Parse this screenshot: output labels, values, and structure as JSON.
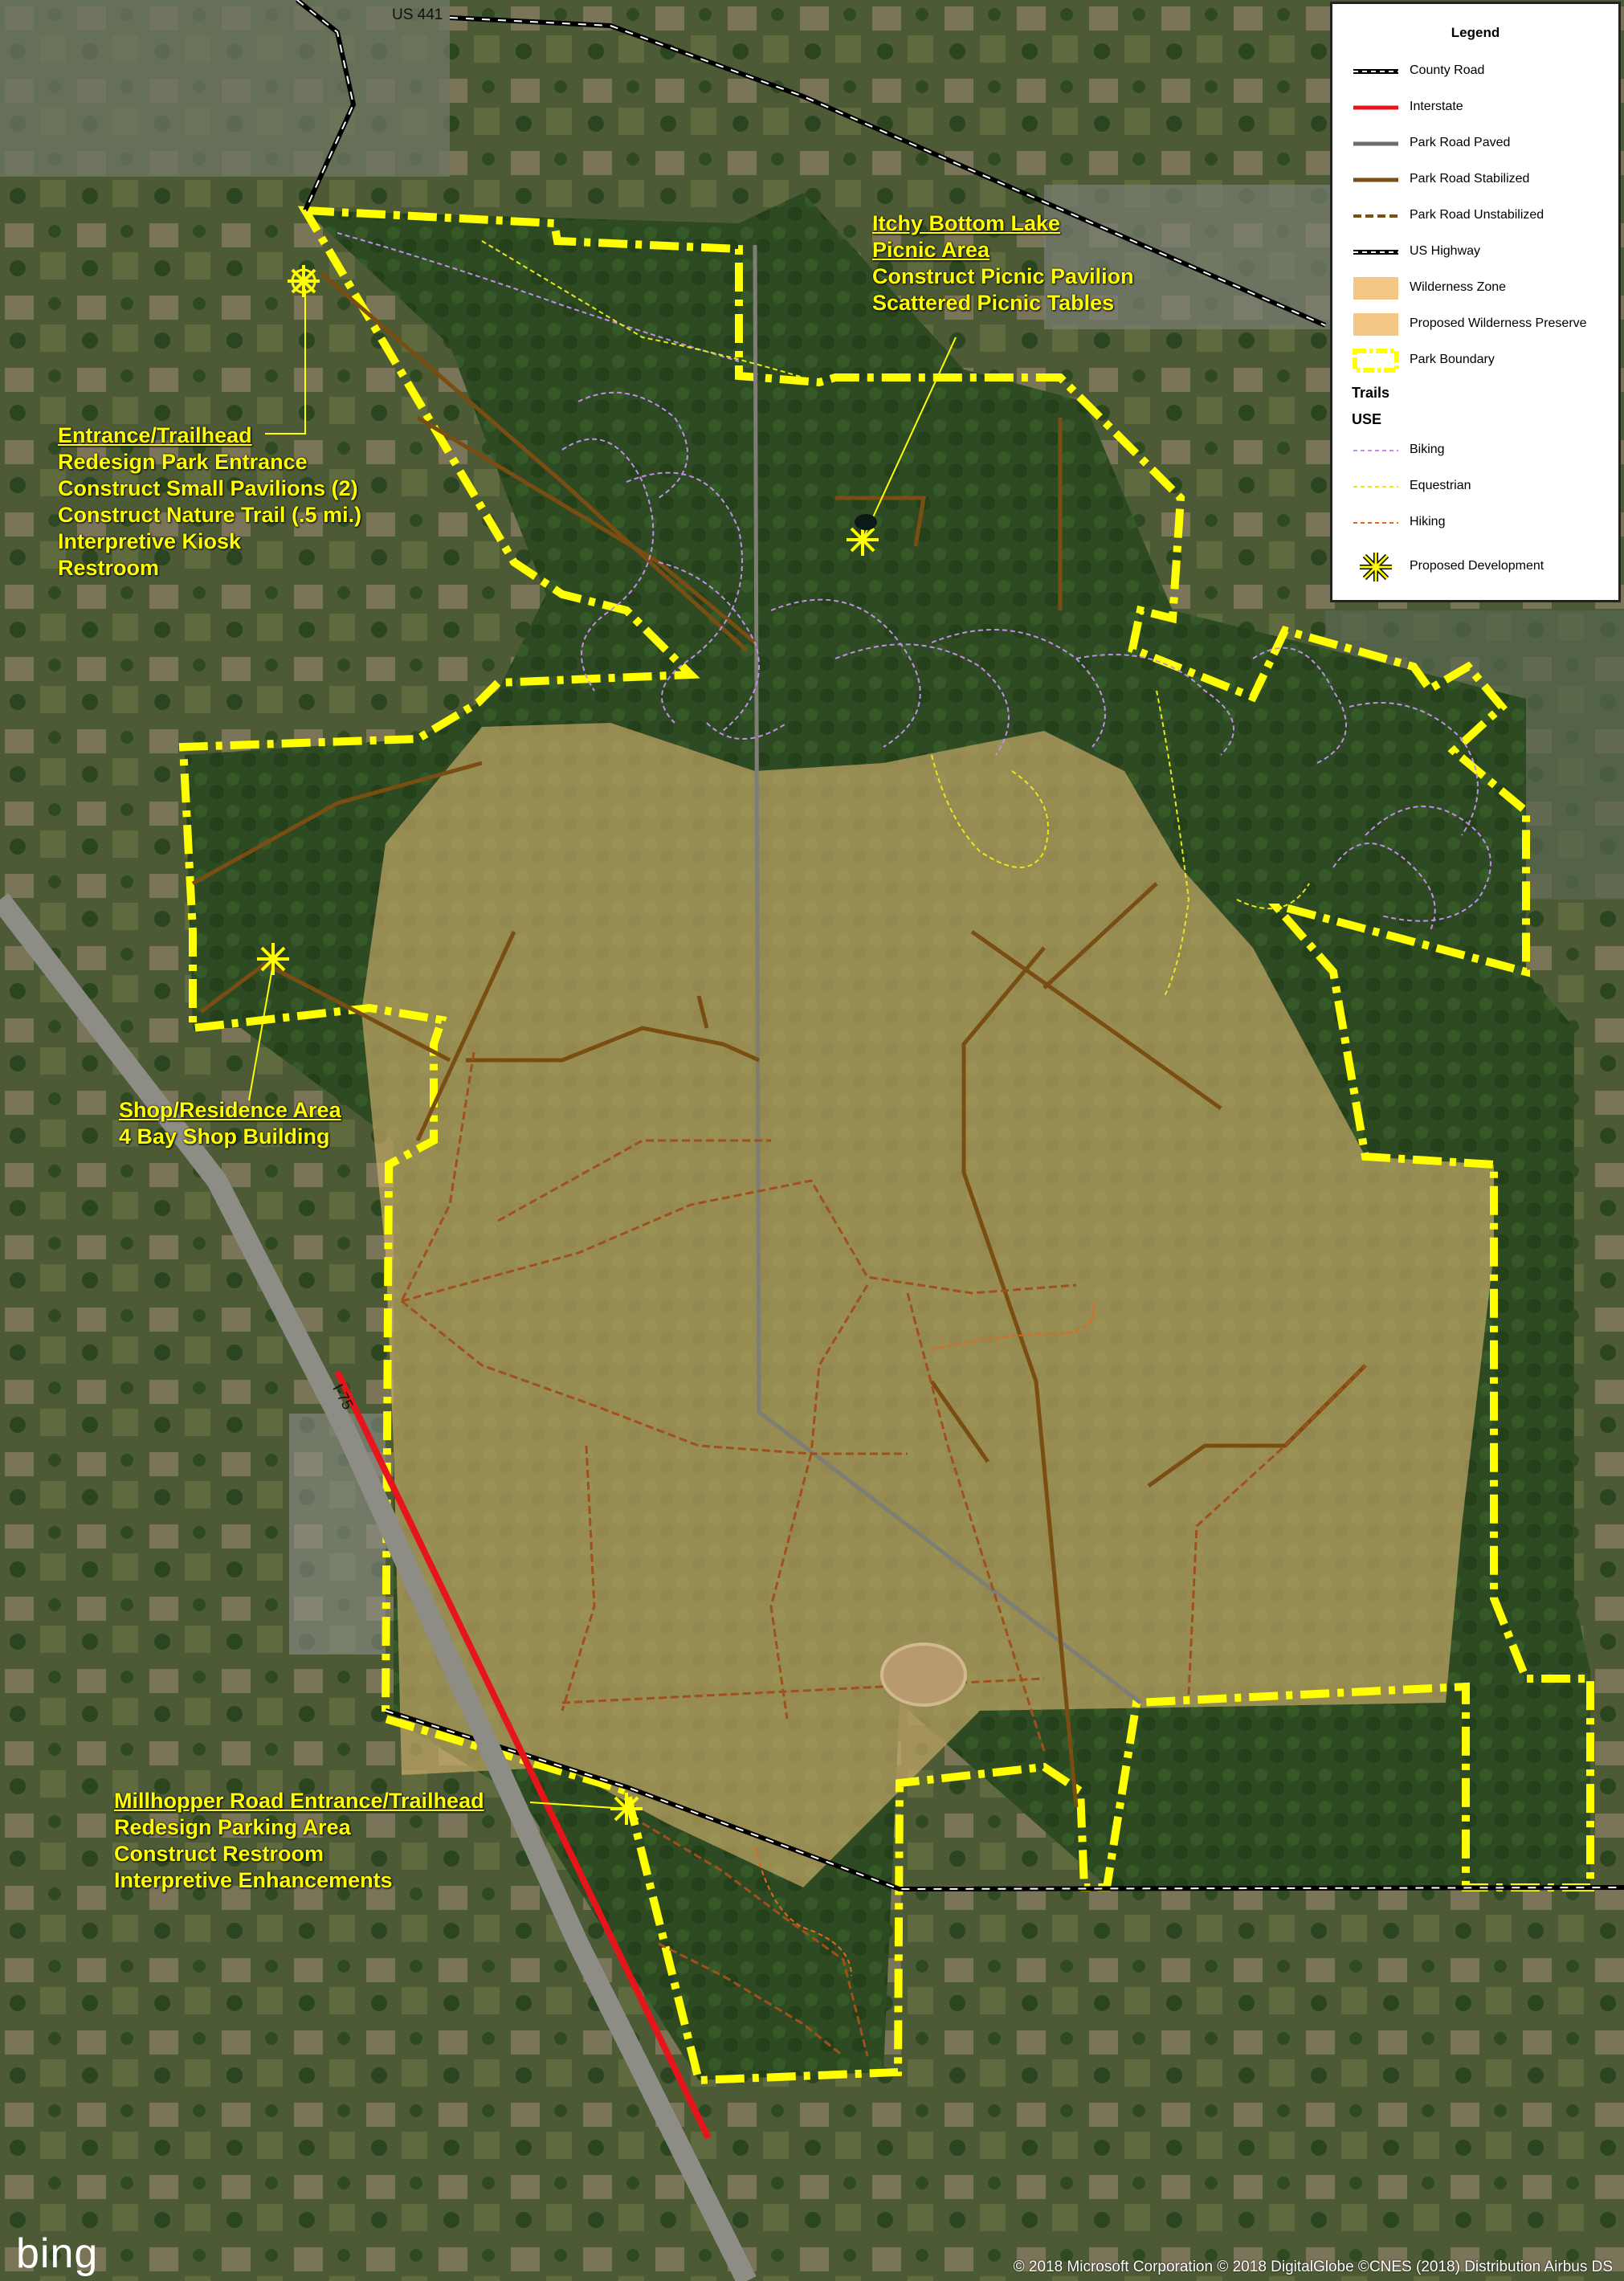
{
  "map": {
    "road_labels": {
      "us441": "US 441",
      "i75": "I-75"
    },
    "copyright": "© 2018 Microsoft Corporation © 2018 DigitalGlobe ©CNES (2018) Distribution Airbus DS",
    "logo": "bing"
  },
  "legend": {
    "title": "Legend",
    "items": [
      {
        "label": "County Road",
        "color": "#000000"
      },
      {
        "label": "Interstate",
        "color": "#e8141b"
      },
      {
        "label": "Park Road Paved",
        "color": "#6d6d6d"
      },
      {
        "label": "Park Road Stabilized",
        "color": "#7a4e12"
      },
      {
        "label": "Park Road Unstabilized",
        "color": "#7a4e12"
      },
      {
        "label": "US Highway",
        "color": "#000000"
      },
      {
        "label": "Wilderness Zone",
        "color": "#f3c884"
      },
      {
        "label": "Proposed Wilderness Preserve",
        "color": "#f3c884"
      },
      {
        "label": "Park Boundary",
        "color": "#ffff00"
      }
    ],
    "trails_heading": "Trails",
    "use_heading": "USE",
    "trail_items": [
      {
        "label": "Biking",
        "color": "#c08ee8"
      },
      {
        "label": "Equestrian",
        "color": "#e8e81a"
      },
      {
        "label": "Hiking",
        "color": "#e8641a"
      }
    ],
    "development_item": {
      "label": "Proposed Development",
      "color": "#ffff00"
    }
  },
  "callouts": [
    {
      "title": "Entrance/Trailhead",
      "lines": [
        "Redesign Park Entrance",
        "Construct Small Pavilions (2)",
        "Construct Nature Trail (.5 mi.)",
        "Interpretive Kiosk",
        "Restroom"
      ]
    },
    {
      "title": "Itchy Bottom Lake",
      "lines": []
    },
    {
      "title": "Picnic Area",
      "lines": [
        "Construct Picnic Pavilion",
        "Scattered Picnic Tables"
      ]
    },
    {
      "title": "Shop/Residence Area",
      "lines": [
        "4 Bay Shop Building"
      ]
    },
    {
      "title": "Millhopper Road Entrance/Trailhead",
      "lines": [
        "Redesign Parking Area",
        "Construct Restroom",
        "Interpretive Enhancements"
      ]
    }
  ]
}
